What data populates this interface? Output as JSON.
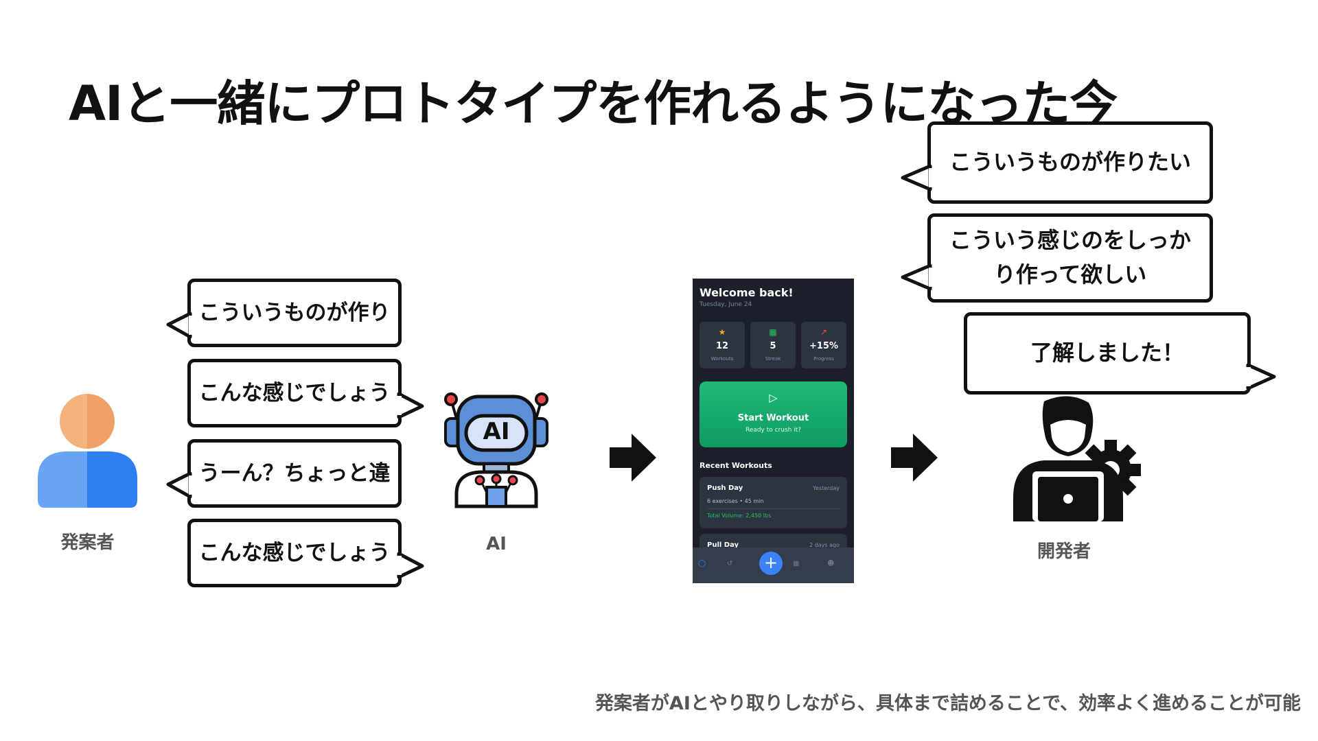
{
  "title": "AIと一緒にプロトタイプを作れるようになった今",
  "left_bubbles": [
    {
      "text": "こういうものが作り"
    },
    {
      "text": "こんな感じでしょう"
    },
    {
      "text": "うーん？ちょっと違"
    },
    {
      "text": "こんな感じでしょう"
    }
  ],
  "right_bubbles": [
    {
      "text": "こういうものが作りたい"
    },
    {
      "text": "こういう感じのをしっかり作って欲しい"
    },
    {
      "text": "了解しました！"
    }
  ],
  "actors": {
    "requester_label": "発案者",
    "ai_label": "AI",
    "ai_badge": "AI",
    "developer_label": "開発者"
  },
  "phone": {
    "greeting": "Welcome back!",
    "date": "Tuesday, June 24",
    "stats": [
      {
        "value": "12",
        "label": "Workouts",
        "icon": "trophy-icon",
        "color": "#f5a524"
      },
      {
        "value": "5",
        "label": "Streak",
        "icon": "calendar-icon",
        "color": "#22c55e"
      },
      {
        "value": "+15%",
        "label": "Progress",
        "icon": "trend-up-icon",
        "color": "#ef4444"
      }
    ],
    "start_title": "Start Workout",
    "start_subtitle": "Ready to crush it?",
    "recent_heading": "Recent Workouts",
    "workouts": [
      {
        "name": "Push Day",
        "when": "Yesterday",
        "detail": "6 exercises • 45 min",
        "volume": "Total Volume: 2,450 lbs"
      },
      {
        "name": "Pull Day",
        "when": "2 days ago"
      }
    ],
    "nav_fab": "+",
    "accent": "#3b82f6",
    "green": "#1fb978"
  },
  "footer": "発案者がAIとやり取りしながら、具体まで詰めることで、効率よく進めることが可能",
  "colors": {
    "requester_head": "#f4a66f",
    "requester_body": "#3b8af5",
    "robot_blue": "#5c8fd6",
    "robot_red": "#e6474d"
  }
}
